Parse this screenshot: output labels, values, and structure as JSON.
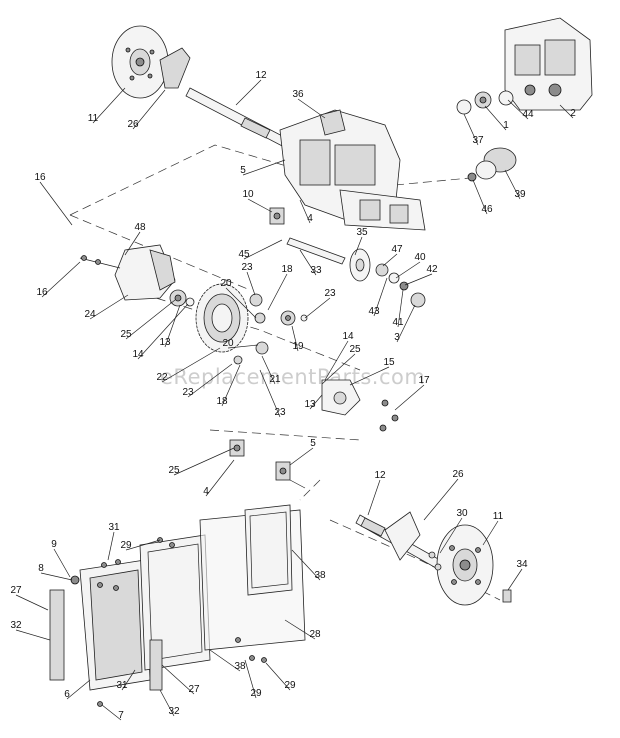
{
  "watermark": "eReplacementParts.com",
  "callouts": [
    {
      "label": "12"
    },
    {
      "label": "11"
    },
    {
      "label": "26"
    },
    {
      "label": "36"
    },
    {
      "label": "2"
    },
    {
      "label": "44"
    },
    {
      "label": "1"
    },
    {
      "label": "37"
    },
    {
      "label": "5"
    },
    {
      "label": "39"
    },
    {
      "label": "46"
    },
    {
      "label": "16"
    },
    {
      "label": "10"
    },
    {
      "label": "4"
    },
    {
      "label": "48"
    },
    {
      "label": "45"
    },
    {
      "label": "35"
    },
    {
      "label": "16"
    },
    {
      "label": "33"
    },
    {
      "label": "23"
    },
    {
      "label": "18"
    },
    {
      "label": "47"
    },
    {
      "label": "40"
    },
    {
      "label": "42"
    },
    {
      "label": "20"
    },
    {
      "label": "23"
    },
    {
      "label": "24"
    },
    {
      "label": "43"
    },
    {
      "label": "41"
    },
    {
      "label": "25"
    },
    {
      "label": "3"
    },
    {
      "label": "14"
    },
    {
      "label": "13"
    },
    {
      "label": "19"
    },
    {
      "label": "14"
    },
    {
      "label": "20"
    },
    {
      "label": "25"
    },
    {
      "label": "22"
    },
    {
      "label": "21"
    },
    {
      "label": "15"
    },
    {
      "label": "23"
    },
    {
      "label": "17"
    },
    {
      "label": "18"
    },
    {
      "label": "13"
    },
    {
      "label": "23"
    },
    {
      "label": "5"
    },
    {
      "label": "25"
    },
    {
      "label": "4"
    },
    {
      "label": "12"
    },
    {
      "label": "26"
    },
    {
      "label": "31"
    },
    {
      "label": "30"
    },
    {
      "label": "11"
    },
    {
      "label": "9"
    },
    {
      "label": "29"
    },
    {
      "label": "8"
    },
    {
      "label": "38"
    },
    {
      "label": "34"
    },
    {
      "label": "27"
    },
    {
      "label": "32"
    },
    {
      "label": "28"
    },
    {
      "label": "6"
    },
    {
      "label": "38"
    },
    {
      "label": "31"
    },
    {
      "label": "27"
    },
    {
      "label": "29"
    },
    {
      "label": "29"
    },
    {
      "label": "32"
    },
    {
      "label": "7"
    }
  ]
}
